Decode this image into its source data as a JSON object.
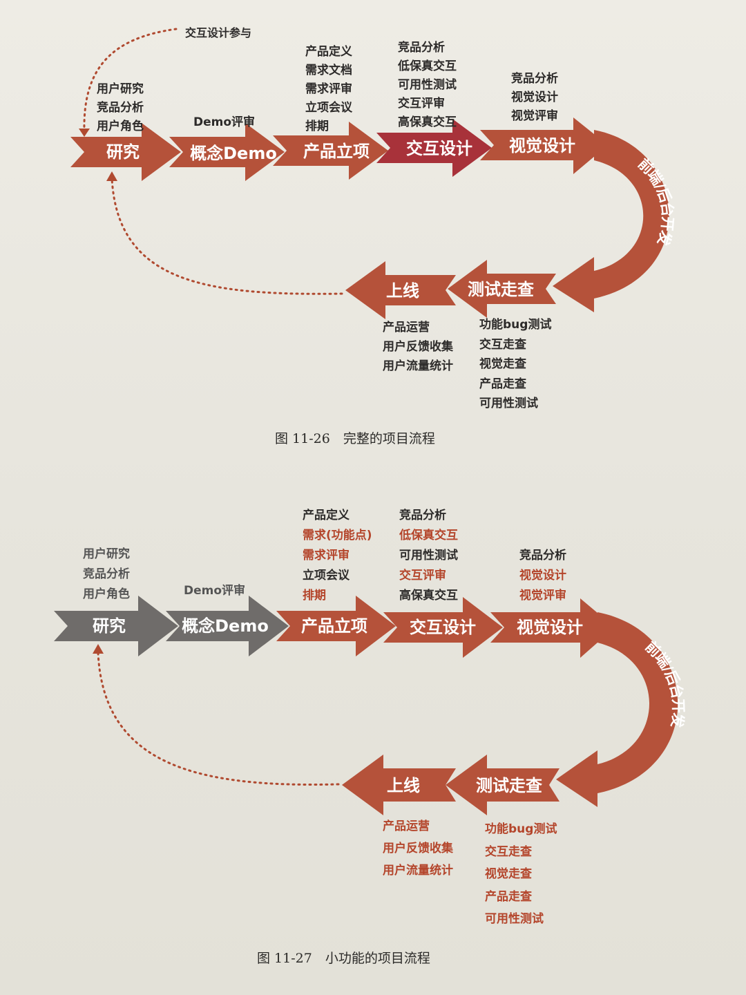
{
  "colors": {
    "arrow_main": "#b5523a",
    "arrow_dark": "#a8323a",
    "arrow_gray": "#6f6c6a",
    "note_highlight": "#b4452b",
    "dotted": "#b04a30"
  },
  "fig1": {
    "caption": "图 11-26　完整的项目流程",
    "loop_label": "交互设计参与",
    "stages": {
      "research": "研究",
      "demo": "概念Demo",
      "project": "产品立项",
      "interaction": "交互设计",
      "visual": "视觉设计",
      "dev": "前端/后台开发",
      "test": "测试走查",
      "launch": "上线"
    },
    "notes": {
      "research": [
        "用户研究",
        "竞品分析",
        "用户角色"
      ],
      "demo": [
        "Demo评审"
      ],
      "project": [
        "产品定义",
        "需求文档",
        "需求评审",
        "立项会议",
        "排期"
      ],
      "interaction": [
        "竞品分析",
        "低保真交互",
        "可用性测试",
        "交互评审",
        "高保真交互"
      ],
      "visual": [
        "竞品分析",
        "视觉设计",
        "视觉评审"
      ],
      "launch": [
        "产品运营",
        "用户反馈收集",
        "用户流量统计"
      ],
      "test": [
        "功能bug测试",
        "交互走查",
        "视觉走查",
        "产品走查",
        "可用性测试"
      ]
    }
  },
  "fig2": {
    "caption": "图 11-27　小功能的项目流程",
    "stages": {
      "research": "研究",
      "demo": "概念Demo",
      "project": "产品立项",
      "interaction": "交互设计",
      "visual": "视觉设计",
      "dev": "前端/后台开发",
      "test": "测试走查",
      "launch": "上线"
    },
    "notes": {
      "research": [
        "用户研究",
        "竞品分析",
        "用户角色"
      ],
      "demo": [
        "Demo评审"
      ],
      "project": [
        "产品定义",
        "需求(功能点)",
        "需求评审",
        "立项会议",
        "排期"
      ],
      "interaction": [
        "竞品分析",
        "低保真交互",
        "可用性测试",
        "交互评审",
        "高保真交互"
      ],
      "visual": [
        "竞品分析",
        "视觉设计",
        "视觉评审"
      ],
      "launch": [
        "产品运营",
        "用户反馈收集",
        "用户流量统计"
      ],
      "test": [
        "功能bug测试",
        "交互走查",
        "视觉走查",
        "产品走查",
        "可用性测试"
      ]
    }
  }
}
